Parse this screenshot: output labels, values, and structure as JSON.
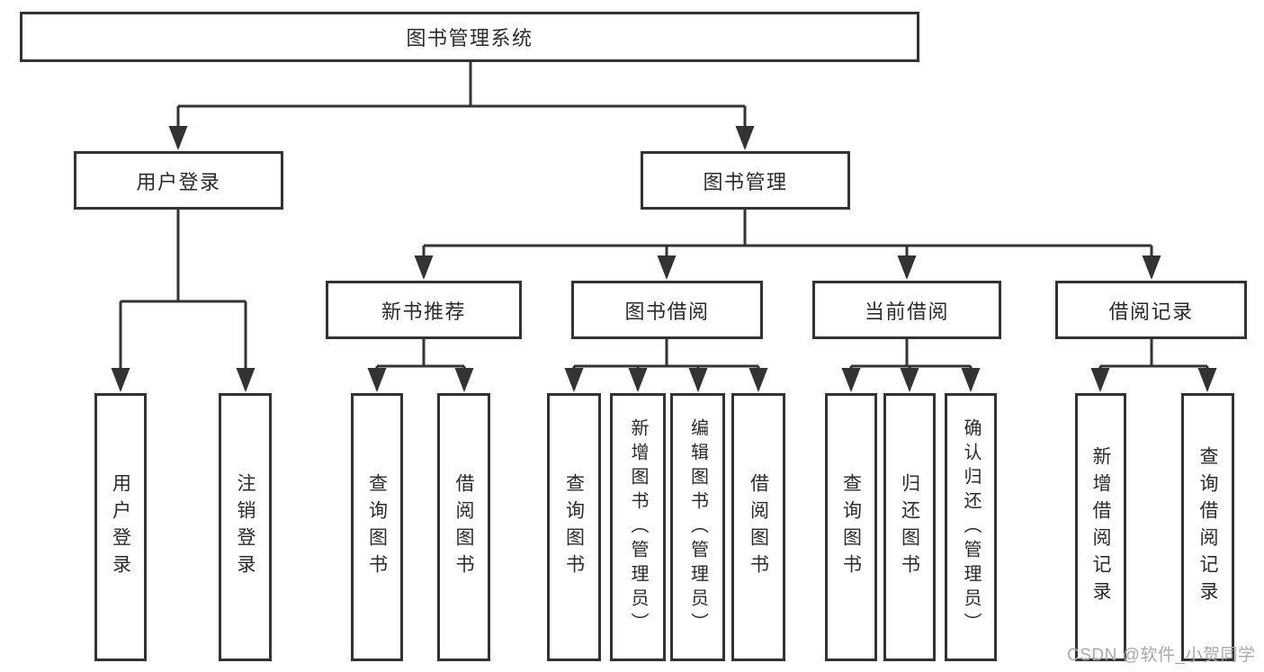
{
  "diagram": {
    "root": {
      "label": "图书管理系统"
    },
    "branches": [
      {
        "label": "用户登录",
        "children": [
          {
            "label": "用户登录"
          },
          {
            "label": "注销登录"
          }
        ]
      },
      {
        "label": "图书管理",
        "children": [
          {
            "label": "新书推荐",
            "children": [
              {
                "label": "查询图书"
              },
              {
                "label": "借阅图书"
              }
            ]
          },
          {
            "label": "图书借阅",
            "children": [
              {
                "label": "查询图书"
              },
              {
                "label": "新增图书（管理员）"
              },
              {
                "label": "编辑图书（管理员）"
              },
              {
                "label": "借阅图书"
              }
            ]
          },
          {
            "label": "当前借阅",
            "children": [
              {
                "label": "查询图书"
              },
              {
                "label": "归还图书"
              },
              {
                "label": "确认归还（管理员）"
              }
            ]
          },
          {
            "label": "借阅记录",
            "children": [
              {
                "label": "新增借阅记录"
              },
              {
                "label": "查询借阅记录"
              }
            ]
          }
        ]
      }
    ]
  },
  "watermark": "CSDN @软件_小贺同学",
  "colors": {
    "line": "#333333",
    "text": "#2b2b2b",
    "watermark": "#a9a9a9",
    "background": "#ffffff"
  }
}
